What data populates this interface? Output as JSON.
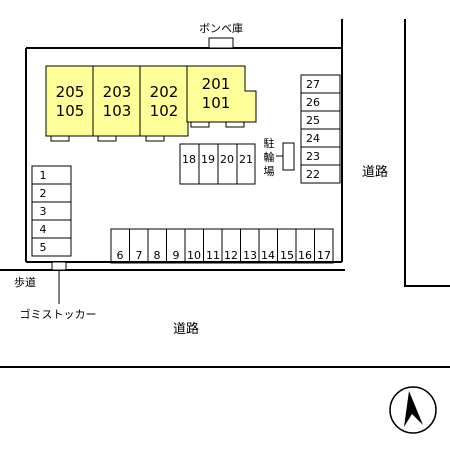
{
  "labels": {
    "bombe": "ボンベ庫",
    "road_right": "道路",
    "road_bottom": "道路",
    "sidewalk": "歩道",
    "garbage": "ゴミストッカー",
    "bike_parking": [
      "駐",
      "輪",
      "場"
    ]
  },
  "buildings": [
    {
      "top": "205",
      "bottom": "105"
    },
    {
      "top": "203",
      "bottom": "103"
    },
    {
      "top": "202",
      "bottom": "102"
    },
    {
      "top": "201",
      "bottom": "101"
    }
  ],
  "parking": {
    "left_column": [
      "1",
      "2",
      "3",
      "4",
      "5"
    ],
    "bottom_row": [
      "6",
      "7",
      "8",
      "9",
      "10",
      "11",
      "12",
      "13",
      "14",
      "15",
      "16",
      "17"
    ],
    "middle_row": [
      "18",
      "19",
      "20",
      "21"
    ],
    "right_column": [
      "27",
      "26",
      "25",
      "24",
      "23",
      "22"
    ]
  },
  "compass": {
    "symbol": "north-arrow"
  },
  "colors": {
    "building_fill": "#ffff99",
    "line": "#000000"
  }
}
